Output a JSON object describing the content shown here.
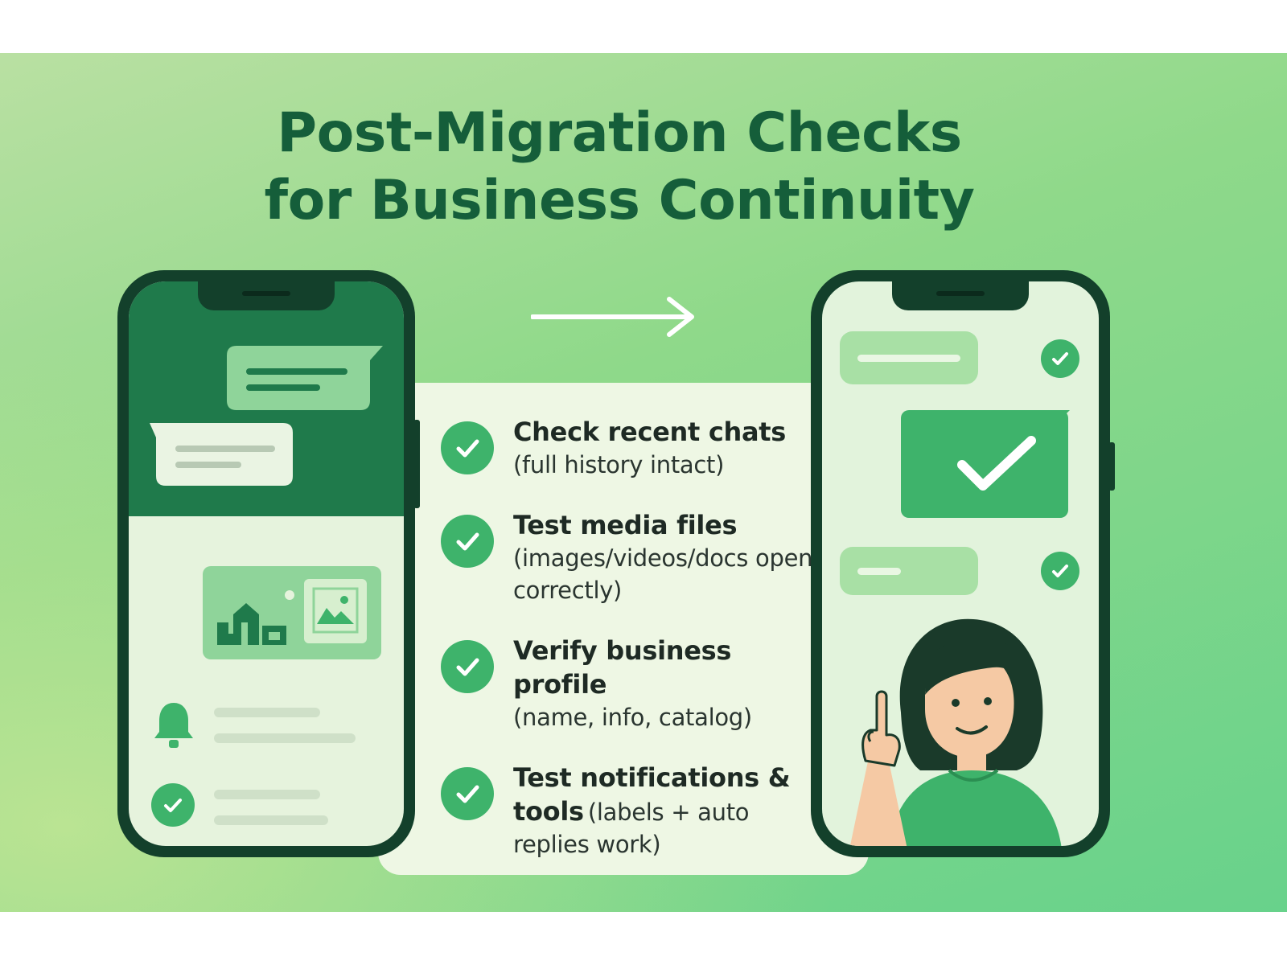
{
  "title": {
    "line1": "Post-Migration Checks",
    "line2": "for Business Continuity"
  },
  "checklist": [
    {
      "title": "Check recent chats",
      "detail": "(full history intact)",
      "icon": "check-circle-icon"
    },
    {
      "title": "Test media files",
      "detail": "(images/videos/docs open correctly)",
      "icon": "check-circle-icon"
    },
    {
      "title": "Verify business profile",
      "detail": "(name, info, catalog)",
      "icon": "check-circle-icon"
    },
    {
      "title": "Test notifications &",
      "title_2": "tools",
      "detail": "(labels + auto replies work)",
      "icon": "check-circle-icon"
    }
  ],
  "icons": {
    "arrow": "right-arrow-icon",
    "left_phone": [
      "chat-bubble-icon",
      "image-icon",
      "bell-icon",
      "check-circle-icon"
    ],
    "right_phone": [
      "check-circle-icon",
      "checkmark-icon",
      "person-illustration"
    ]
  },
  "colors": {
    "title": "#155e3a",
    "accent_green": "#3eb36b",
    "phone_frame": "#13402b",
    "panel": "#eef7e4",
    "background_start": "#b9e0a2",
    "background_end": "#68d28b"
  }
}
